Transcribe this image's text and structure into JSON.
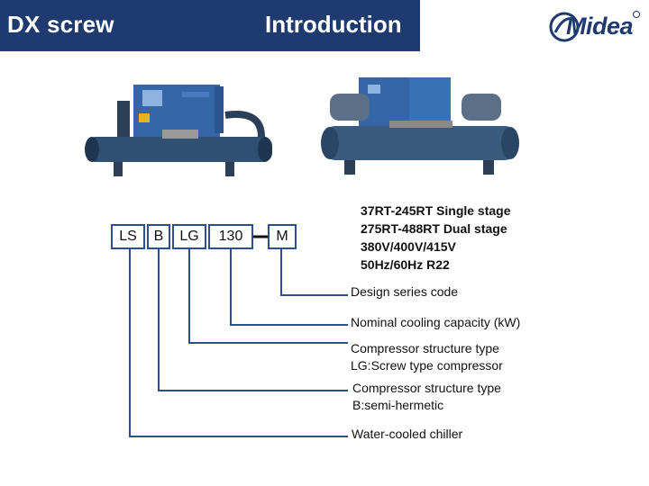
{
  "header": {
    "left_title": "DX screw",
    "center_title": "Introduction",
    "brand": "Midea"
  },
  "model_code": {
    "segments": [
      "LS",
      "B",
      "LG",
      "130",
      "M"
    ]
  },
  "specs": [
    "37RT-245RT Single stage",
    "275RT-488RT Dual stage",
    "380V/400V/415V",
    "50Hz/60Hz  R22"
  ],
  "descriptions": {
    "design_series": "Design series code",
    "cooling_capacity": "Nominal cooling capacity (kW)",
    "compressor_lg_title": "Compressor  structure type",
    "compressor_lg_detail": "LG:Screw type compressor",
    "compressor_b_title": "Compressor  structure type",
    "compressor_b_detail": "B:semi-hermetic",
    "water_cooled": "Water-cooled chiller"
  },
  "colors": {
    "header_bg": "#1f3a6e",
    "line": "#2d4f8f",
    "machine_body": "#2f4f73",
    "machine_panel": "#3566a8"
  }
}
